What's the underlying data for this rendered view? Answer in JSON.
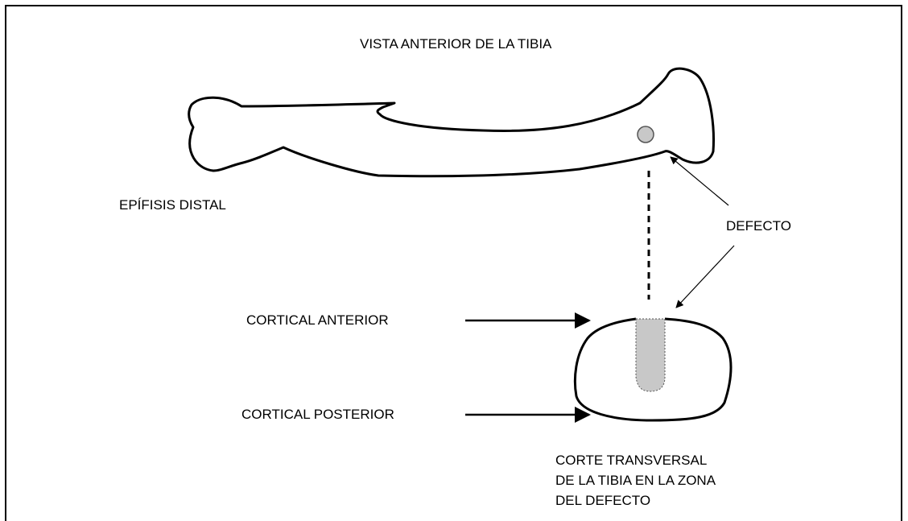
{
  "title": "VISTA ANTERIOR DE LA TIBIA",
  "labels": {
    "distal_epiphysis": "EPÍFISIS DISTAL",
    "defect": "DEFECTO",
    "anterior_cortex": "CORTICAL ANTERIOR",
    "posterior_cortex": "CORTICAL POSTERIOR",
    "cross_section_caption": [
      "CORTE TRANSVERSAL",
      "DE LA TIBIA EN LA ZONA",
      "DEL DEFECTO"
    ]
  },
  "colors": {
    "outline": "#000000",
    "defect_fill": "#c8c8c8",
    "defect_border": "#555555"
  }
}
